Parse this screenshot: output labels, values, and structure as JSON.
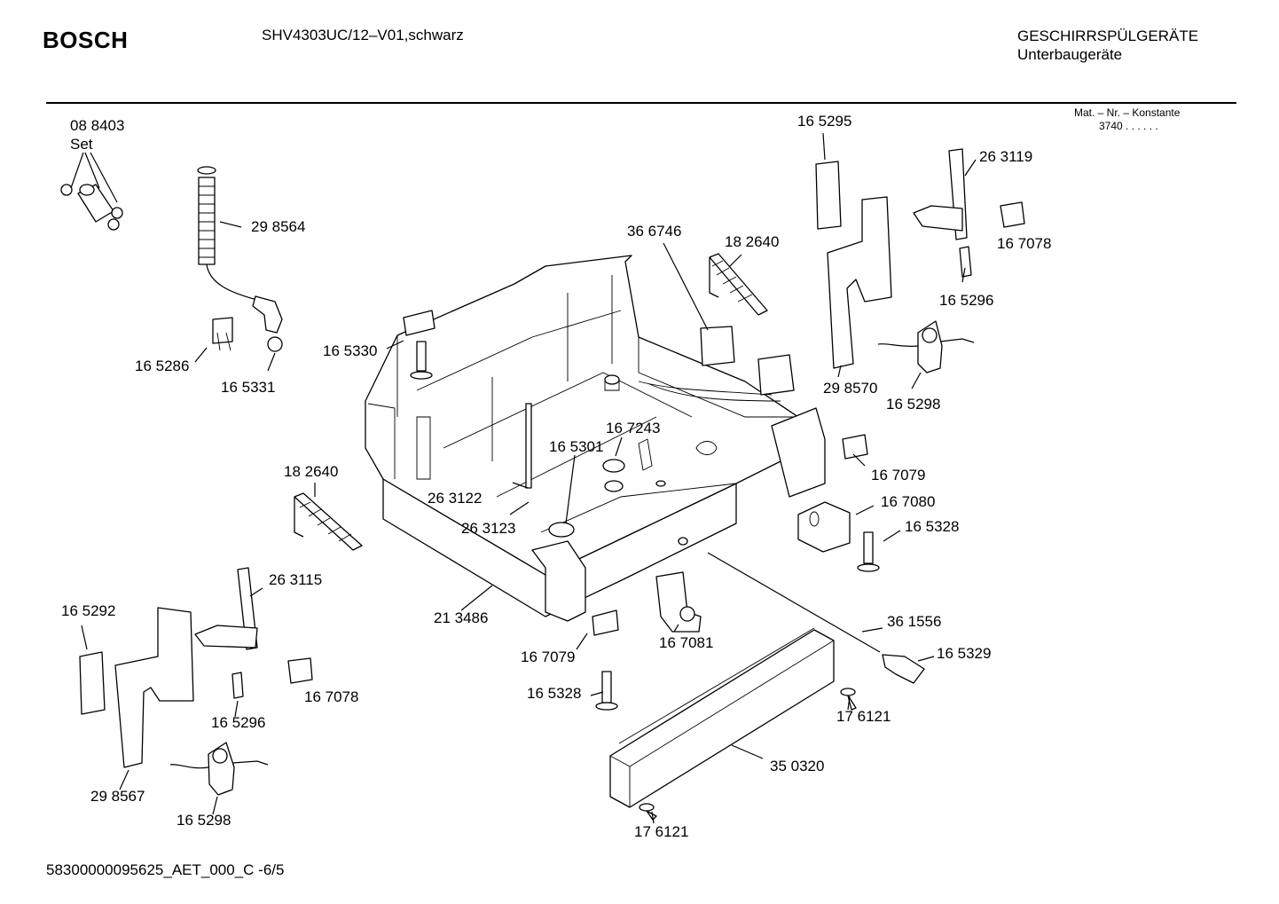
{
  "header": {
    "brand": "BOSCH",
    "model": "SHV4303UC/12–V01,schwarz",
    "category_line1": "GESCHIRRSPÜLGERÄTE",
    "category_line2": "Unterbaugeräte",
    "mat_label": "Mat. – Nr. – Konstante",
    "mat_value": "3740  .  .  .  .  .  ."
  },
  "footer": {
    "doc_id": "58300000095625_AET_000_C  -6/5"
  },
  "part_labels": [
    "08 8403",
    "Set",
    "29 8564",
    "16 5286",
    "16 5331",
    "16 5330",
    "36 6746",
    "18 2640",
    "16 5295",
    "26 3119",
    "16 7078",
    "16 5296",
    "29 8570",
    "16 5298",
    "16 7243",
    "16 5301",
    "26 3122",
    "26 3123",
    "18 2640",
    "16 7079",
    "16 7080",
    "16 5328",
    "26 3115",
    "16 5292",
    "21 3486",
    "16 7079",
    "16 7081",
    "36 1556",
    "16 5329",
    "16 7078",
    "16 5296",
    "16 5328",
    "17 6121",
    "35 0320",
    "29 8567",
    "16 5298",
    "17 6121"
  ]
}
